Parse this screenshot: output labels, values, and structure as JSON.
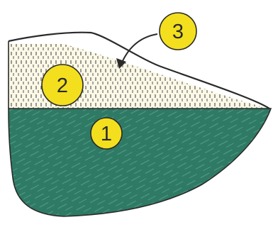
{
  "colors": {
    "background": "#ffffff",
    "water_fill": "#2f7a64",
    "water_texture": "#4f9a84",
    "dashed_zone_fill": "#fbf8e6",
    "dashed_zone_hatch": "#6f6f6f",
    "outline": "#2a2a2a",
    "badge_fill": "#f3df1e",
    "badge_stroke": "#2a2a2a",
    "badge_text": "#2a2a2a",
    "arrow": "#2a2a2a"
  },
  "labels": {
    "region_1": "1",
    "region_2": "2",
    "region_3": "3"
  },
  "icons": {
    "arrow": "curved-arrow-icon"
  }
}
